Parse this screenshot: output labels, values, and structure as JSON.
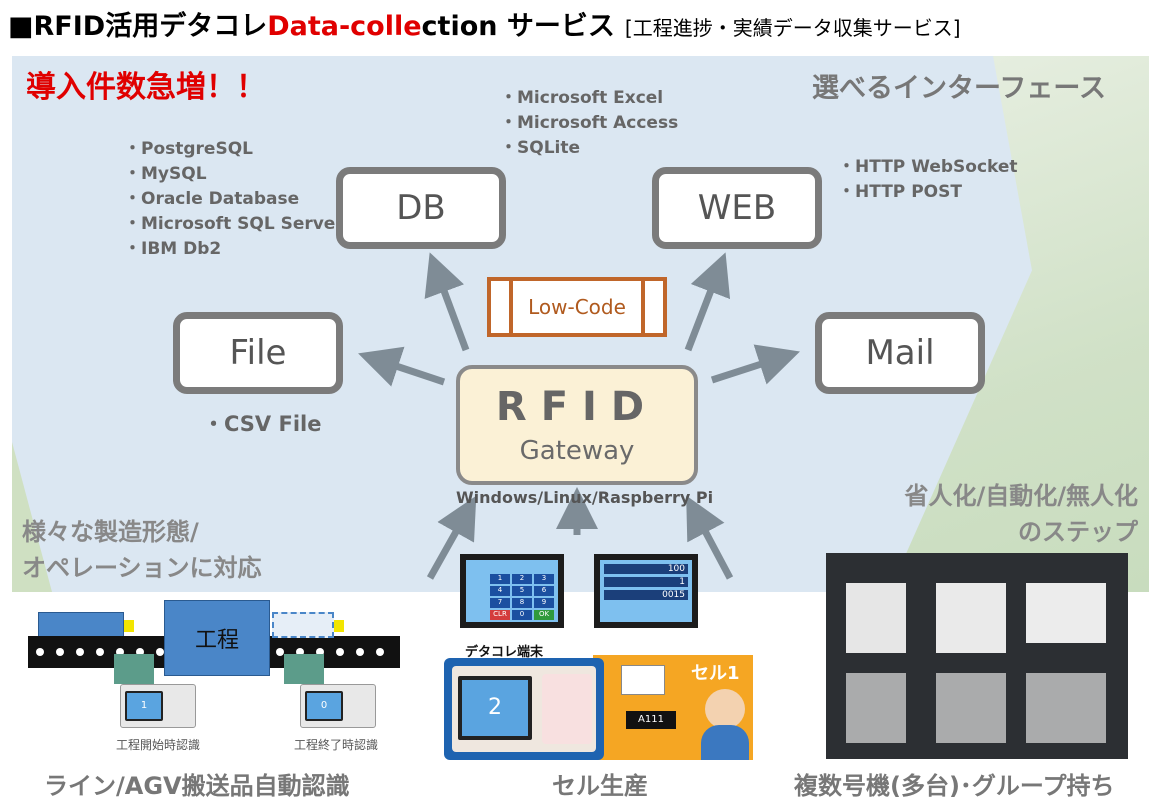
{
  "title": {
    "part1": "■RFID活用デタコレ",
    "part2": "Data-colle",
    "part3": "ction サービス",
    "part4": "[工程進捗・実績データ収集サービス]"
  },
  "surge": "導入件数急増！！",
  "interfaces_heading": "選べるインターフェース",
  "db_list": [
    "・PostgreSQL",
    "・MySQL",
    "・Oracle Database",
    "・Microsoft SQL Server",
    "・IBM Db2"
  ],
  "office_list": [
    "・Microsoft Excel",
    "・Microsoft Access",
    "・SQLite"
  ],
  "web_list": [
    "・HTTP WebSocket",
    "・HTTP POST"
  ],
  "boxes": {
    "db": "DB",
    "web": "WEB",
    "file": "File",
    "mail": "Mail"
  },
  "csv": "・CSV File",
  "lowcode": "Low-Code",
  "gateway": {
    "rfid": "RFID",
    "label": "Gateway"
  },
  "os": "Windows/Linux/Raspberry Pi",
  "left_text": [
    "様々な製造形態/",
    "オペレーションに対応"
  ],
  "right_text": [
    "省人化/自動化/無人化",
    "のステップ"
  ],
  "line": {
    "process": "工程",
    "start": "工程開始時認識",
    "end": "工程終了時認識",
    "screen1": "1",
    "screen2": "0"
  },
  "terminal": {
    "label": "デタコレ端末",
    "cell": "セル1",
    "screen_value": "2",
    "tag": "A111",
    "keypad": [
      "1",
      "2",
      "3",
      "4",
      "5",
      "6",
      "7",
      "8",
      "9",
      "CLR",
      "0",
      "OK"
    ],
    "display_values": [
      "100",
      "1",
      "0015"
    ]
  },
  "captions": {
    "line": "ライン/AGV搬送品自動認識",
    "cell": "セル生産",
    "group": "複数号機(多台)･グループ持ち"
  },
  "colors": {
    "accent_red": "#e00000",
    "panel_bg": "#dbe7f2",
    "box_border": "#7b7b7b",
    "lowcode": "#c0662a",
    "gateway_bg": "#fbf1d6"
  }
}
